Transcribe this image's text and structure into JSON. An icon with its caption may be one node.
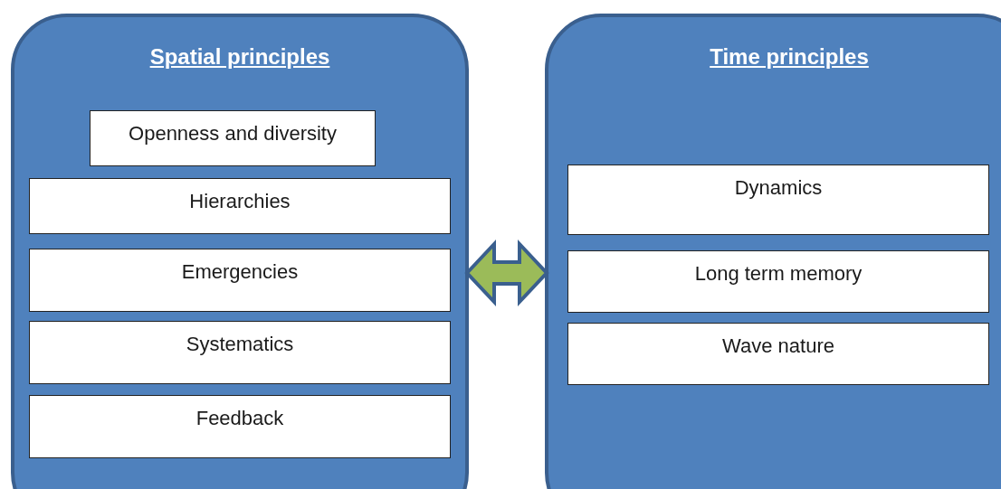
{
  "diagram": {
    "nodes": [
      {
        "text": [
          "Spatial principles"
        ]
      },
      {
        "text": [
          "Openness and diversity"
        ],
        "in": 0
      },
      {
        "text": [
          "Hierarchies"
        ],
        "in": 0
      },
      {
        "text": [
          "Emergencies"
        ],
        "in": 0
      },
      {
        "text": [
          "Systematics"
        ],
        "in": 0
      },
      {
        "text": [
          "Feedback"
        ],
        "in": 0
      },
      {
        "text": [
          "Time principles"
        ]
      },
      {
        "text": [
          "Dynamics"
        ],
        "in": 6
      },
      {
        "text": [
          "Long term memory"
        ],
        "in": 6
      },
      {
        "text": [
          "Wave nature"
        ],
        "in": 6
      }
    ],
    "edges": [
      {
        "from": 0,
        "to": 6,
        "arrow": "both"
      }
    ]
  }
}
